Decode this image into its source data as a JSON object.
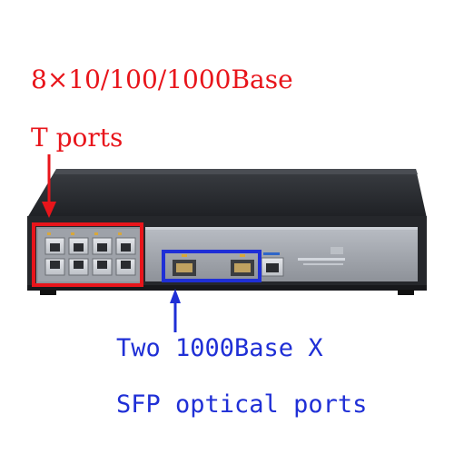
{
  "annotations": {
    "rj45_caption_line1": "8×10/100/1000Base",
    "rj45_caption_line2": "T ports",
    "sfp_caption_line1": "Two 1000Base X",
    "sfp_caption_line2": "SFP optical ports"
  },
  "colors": {
    "rj45_highlight": "#e8151b",
    "sfp_highlight": "#1f2fd6",
    "chassis_dark": "#2b2d31",
    "panel_gray": "#a7abb3"
  },
  "hardware": {
    "rj45_port_count": 8,
    "sfp_port_count": 2,
    "console_port_count": 1
  }
}
